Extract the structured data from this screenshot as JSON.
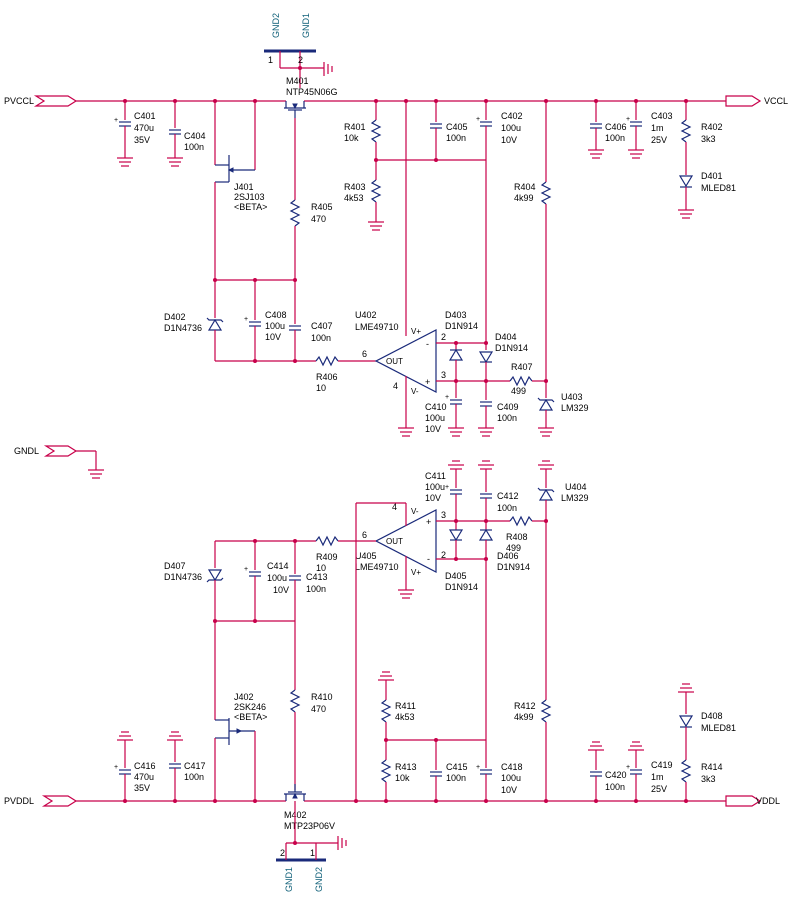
{
  "nets": {
    "pvccl": "PVCCL",
    "vccl": "VCCL",
    "gndl": "GNDL",
    "pvddl": "PVDDL",
    "vddl": "VDDL",
    "gnd1": "GND1",
    "gnd2": "GND2"
  },
  "pin_numbers": {
    "one": "1",
    "two": "2",
    "three": "3",
    "four": "4",
    "six": "6"
  },
  "opamp_pins": {
    "vplus": "V+",
    "vminus": "V-",
    "out": "OUT",
    "minus": "-",
    "plus": "+"
  },
  "top": {
    "m401": {
      "ref": "M401",
      "value": "NTP45N06G"
    },
    "c401": {
      "ref": "C401",
      "value": "470u",
      "rating": "35V"
    },
    "c404": {
      "ref": "C404",
      "value": "100n"
    },
    "j401": {
      "ref": "J401",
      "value": "2SJ103",
      "note": "<BETA>"
    },
    "r405": {
      "ref": "R405",
      "value": "470"
    },
    "d402": {
      "ref": "D402",
      "value": "D1N4736"
    },
    "c408": {
      "ref": "C408",
      "value": "100u",
      "rating": "10V"
    },
    "c407": {
      "ref": "C407",
      "value": "100n"
    },
    "r406": {
      "ref": "R406",
      "value": "10"
    },
    "r401": {
      "ref": "R401",
      "value": "10k"
    },
    "r403": {
      "ref": "R403",
      "value": "4k53"
    },
    "c405": {
      "ref": "C405",
      "value": "100n"
    },
    "c402": {
      "ref": "C402",
      "value": "100u",
      "rating": "10V"
    },
    "r404": {
      "ref": "R404",
      "value": "4k99"
    },
    "c406": {
      "ref": "C406",
      "value": "100n"
    },
    "c403": {
      "ref": "C403",
      "value": "1m",
      "rating": "25V"
    },
    "r402": {
      "ref": "R402",
      "value": "3k3"
    },
    "d401": {
      "ref": "D401",
      "value": "MLED81"
    },
    "u402": {
      "ref": "U402",
      "value": "LME49710"
    },
    "d403": {
      "ref": "D403",
      "value": "D1N914"
    },
    "d404": {
      "ref": "D404",
      "value": "D1N914"
    },
    "r407": {
      "ref": "R407",
      "value": "499"
    },
    "u403": {
      "ref": "U403",
      "value": "LM329"
    },
    "c410": {
      "ref": "C410",
      "value": "100u",
      "rating": "10V"
    },
    "c409": {
      "ref": "C409",
      "value": "100n"
    }
  },
  "bottom": {
    "c411": {
      "ref": "C411",
      "value": "100u",
      "rating": "10V"
    },
    "c412": {
      "ref": "C412",
      "value": "100n"
    },
    "u404": {
      "ref": "U404",
      "value": "LM329"
    },
    "r408": {
      "ref": "R408",
      "value": "499"
    },
    "r409": {
      "ref": "R409",
      "value": "10"
    },
    "u405": {
      "ref": "U405",
      "value": "LME49710"
    },
    "d406": {
      "ref": "D406",
      "value": "D1N914"
    },
    "d405": {
      "ref": "D405",
      "value": "D1N914"
    },
    "d407": {
      "ref": "D407",
      "value": "D1N4736"
    },
    "c414": {
      "ref": "C414",
      "value": "100u",
      "rating": "10V"
    },
    "c413": {
      "ref": "C413",
      "value": "100n"
    },
    "j402": {
      "ref": "J402",
      "value": "2SK246",
      "note": "<BETA>"
    },
    "r410": {
      "ref": "R410",
      "value": "470"
    },
    "r411": {
      "ref": "R411",
      "value": "4k53"
    },
    "r413": {
      "ref": "R413",
      "value": "10k"
    },
    "c415": {
      "ref": "C415",
      "value": "100n"
    },
    "c418": {
      "ref": "C418",
      "value": "100u",
      "rating": "10V"
    },
    "r412": {
      "ref": "R412",
      "value": "4k99"
    },
    "c416": {
      "ref": "C416",
      "value": "470u",
      "rating": "35V"
    },
    "c417": {
      "ref": "C417",
      "value": "100n"
    },
    "c420": {
      "ref": "C420",
      "value": "100n"
    },
    "c419": {
      "ref": "C419",
      "value": "1m",
      "rating": "25V"
    },
    "r414": {
      "ref": "R414",
      "value": "3k3"
    },
    "d408": {
      "ref": "D408",
      "value": "MLED81"
    },
    "m402": {
      "ref": "M402",
      "value": "MTP23P06V"
    }
  }
}
